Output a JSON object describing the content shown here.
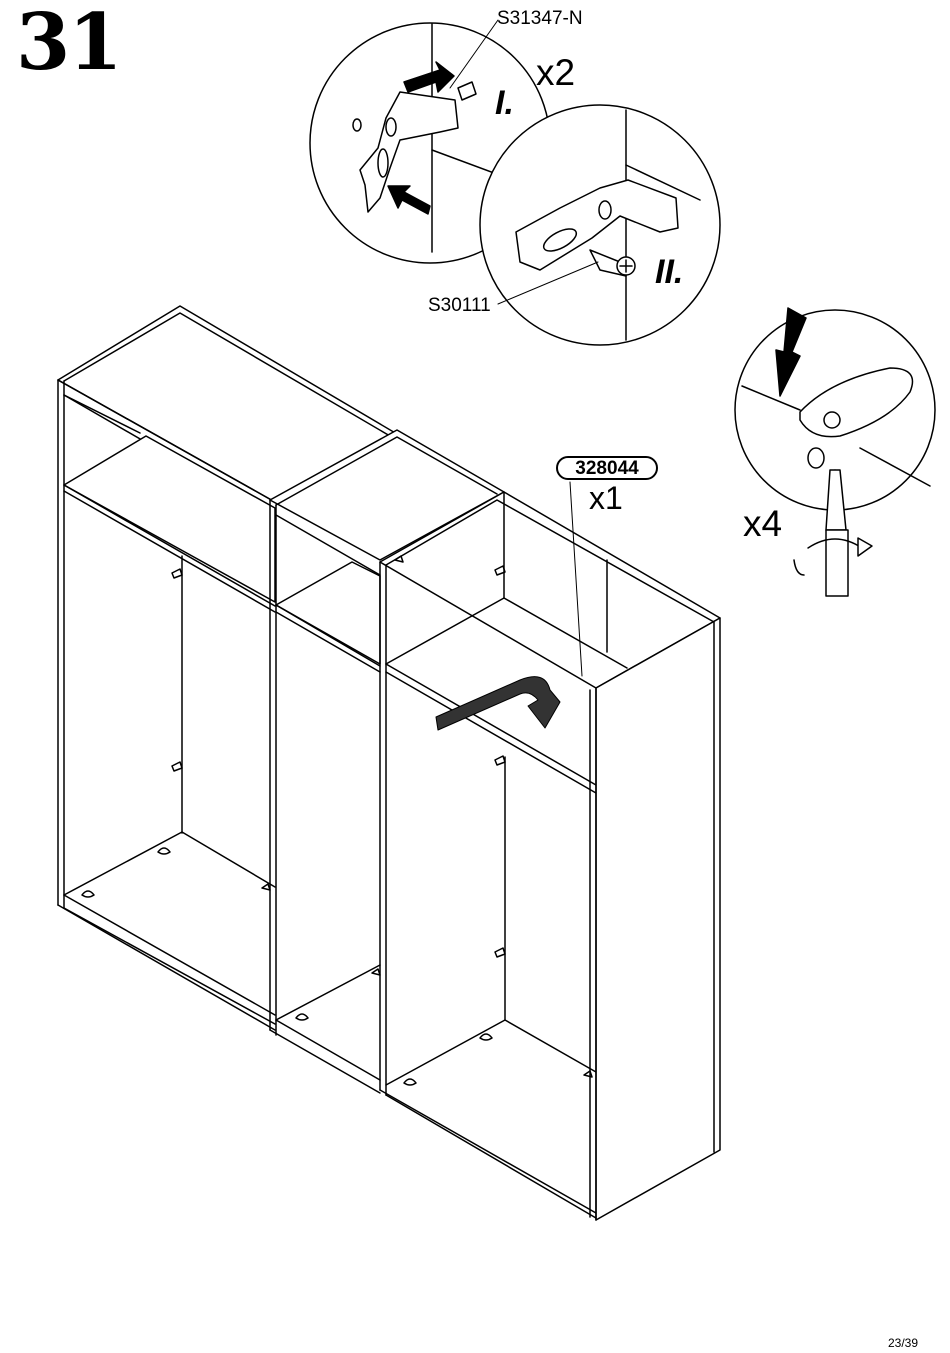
{
  "step": {
    "number": "31"
  },
  "callouts": {
    "part_top": "S31347-N",
    "part_bottom": "S30111",
    "qty_brackets": "x2",
    "qty_screws": "x4",
    "shelf_part": "328044",
    "shelf_qty": "x1"
  },
  "substeps": {
    "first": "I.",
    "second": "II."
  },
  "footer": {
    "page": "23/39"
  },
  "icons": [
    "arrow-icon",
    "screwdriver-icon",
    "rotation-arrow-icon"
  ]
}
